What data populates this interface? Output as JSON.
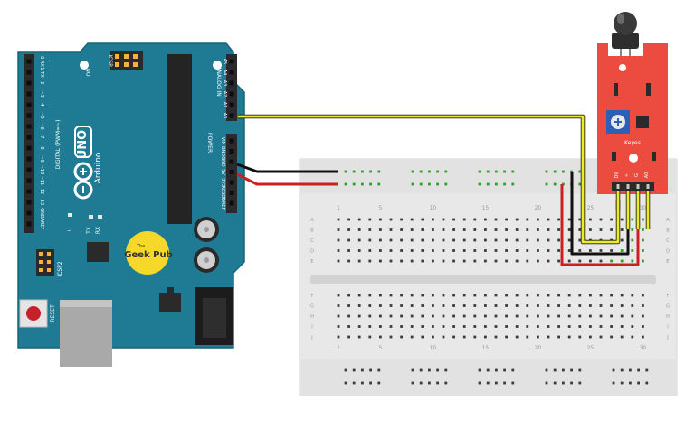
{
  "arduino": {
    "brand": "Arduino",
    "model": "UNO",
    "on_label": "ON",
    "icsp_label": "ICSP",
    "icsp2_label": "ICSP2",
    "reset_label": "RESET",
    "l_label": "L",
    "tx_label": "TX",
    "rx_label": "RX",
    "power_label": "POWER",
    "analog_label": "ANALOG IN",
    "digital_label": "DIGITAL (PWM=~)",
    "digital_pins": [
      "0 RX",
      "1 TX",
      "2",
      "~3",
      "4",
      "~5",
      "~6",
      "7",
      "8",
      "~9",
      "~10",
      "~11",
      "12",
      "13",
      "GND",
      "AREF"
    ],
    "analog_pins": [
      "A5",
      "A4",
      "A3",
      "A2",
      "A1",
      "A0"
    ],
    "power_pins": [
      "VIN",
      "GND",
      "GND",
      "5V",
      "3V3",
      "RESET",
      "IOREF"
    ],
    "sticker": "Geek Pub",
    "sticker_small": "The",
    "colors": {
      "board": "#1f7b94",
      "header": "#2a2a2a",
      "sticker": "#f6d82a"
    }
  },
  "breadboard": {
    "row_letters_top": [
      "A",
      "B",
      "C",
      "D",
      "E"
    ],
    "row_letters_bottom": [
      "F",
      "G",
      "H",
      "I",
      "J"
    ],
    "column_numbers": [
      "1",
      "5",
      "10",
      "15",
      "20",
      "25",
      "30"
    ],
    "colors": {
      "body": "#e6e6e6",
      "hole": "#3b3b3b",
      "active": "#2aa02a"
    }
  },
  "sensor": {
    "label": "Keyes",
    "pin_labels": [
      "D0",
      "+",
      "G",
      "A0"
    ],
    "colors": {
      "pcb": "#ec4b40",
      "pot": "#2e5fb8",
      "led": "#222222"
    }
  },
  "wires": {
    "signal_color": "#ecec24",
    "ground_color": "#111111",
    "power_color": "#cc1f1f"
  }
}
